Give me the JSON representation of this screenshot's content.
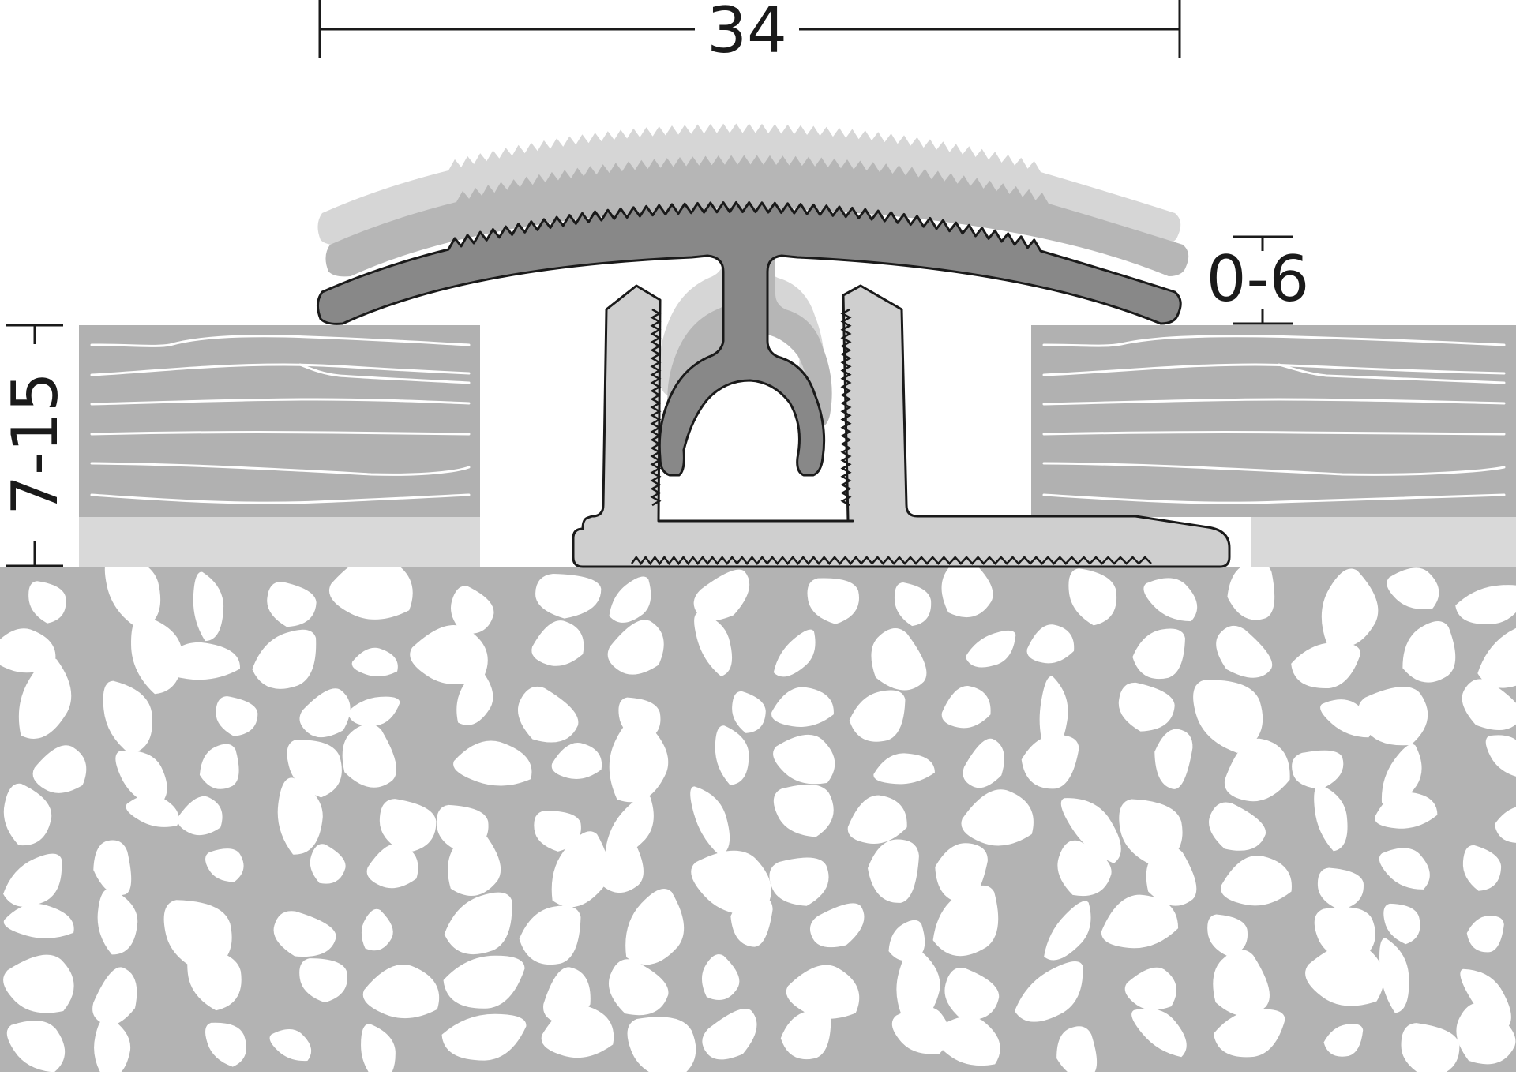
{
  "dimensions": {
    "width_label": "34",
    "height_adjust_label": "0-6",
    "floor_height_label": "7-15"
  },
  "colors": {
    "background": "#ffffff",
    "concrete": "#b3b3b3",
    "pebble": "#ffffff",
    "wood": "#b1b1b1",
    "underlay": "#d9d9d9",
    "profile_dark": "#888888",
    "profile_mid": "#b6b6b6",
    "profile_light": "#d6d6d6",
    "base_rail": "#cfcfcf",
    "line": "#1a1a1a"
  }
}
